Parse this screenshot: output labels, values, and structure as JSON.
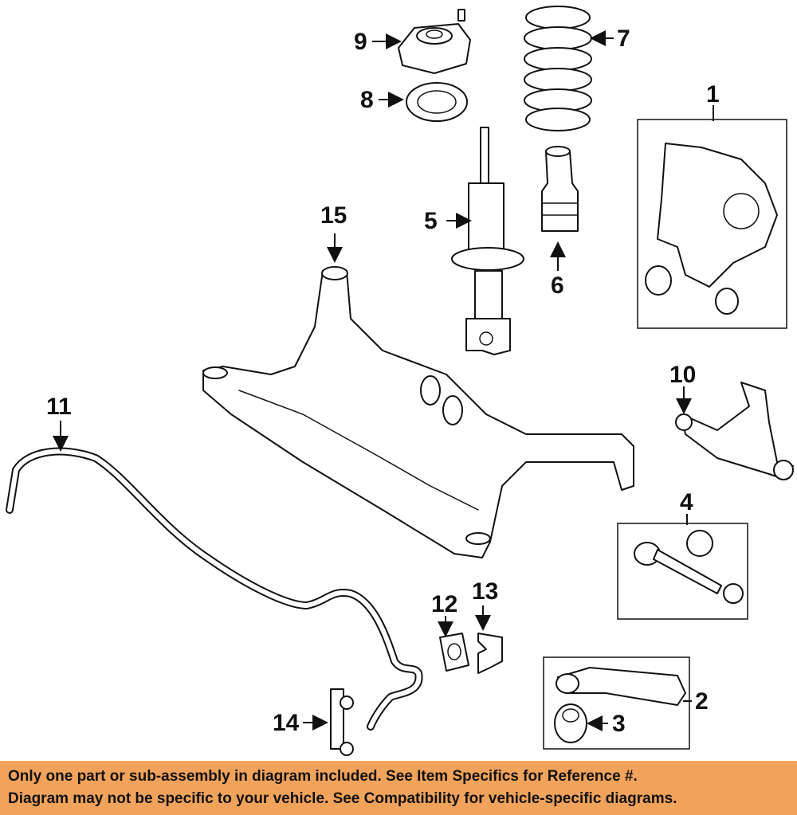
{
  "callouts": {
    "c1": "1",
    "c2": "2",
    "c3": "3",
    "c4": "4",
    "c5": "5",
    "c6": "6",
    "c7": "7",
    "c8": "8",
    "c9": "9",
    "c10": "10",
    "c11": "11",
    "c12": "12",
    "c13": "13",
    "c14": "14",
    "c15": "15"
  },
  "notice": {
    "line1": "Only one part or sub-assembly in diagram included. See Item Specifics for Reference #.",
    "line2": "Diagram may not be specific to your vehicle. See Compatibility for vehicle-specific diagrams."
  },
  "colors": {
    "banner": "#f2a35b",
    "ink": "#111111"
  }
}
